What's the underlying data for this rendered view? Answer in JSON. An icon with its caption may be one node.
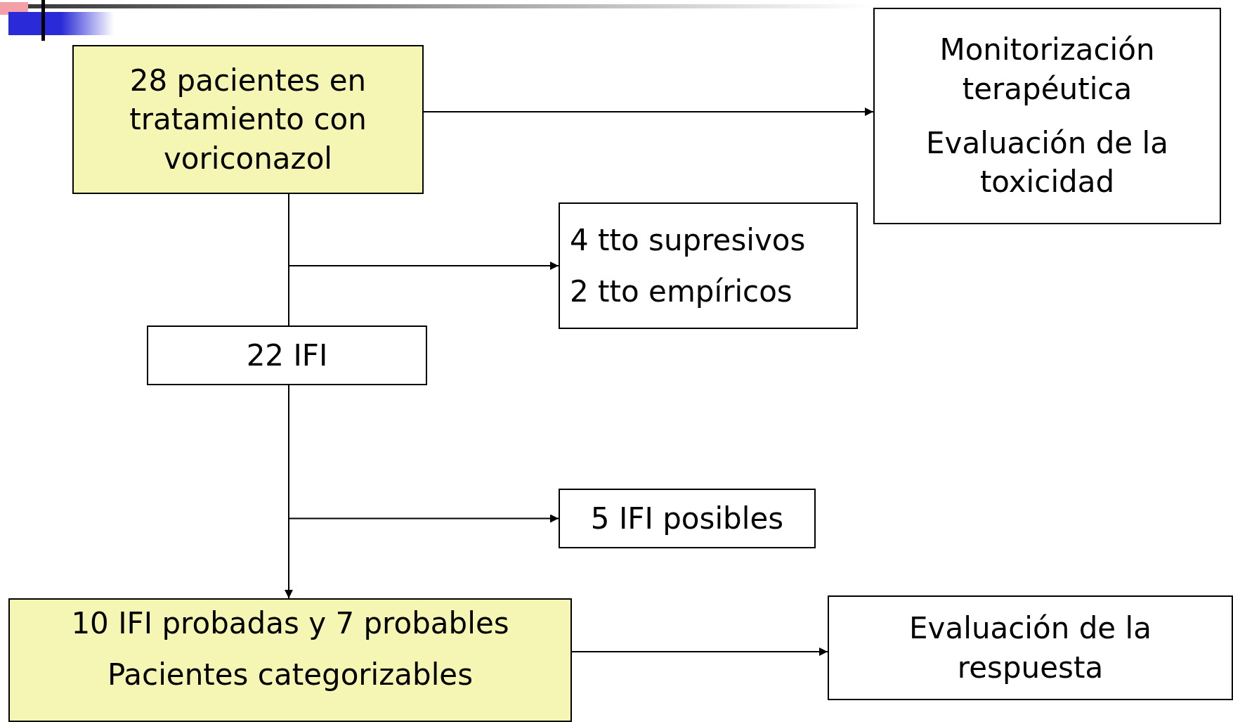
{
  "diagram": {
    "nodes": [
      {
        "text": [
          "28 pacientes en tratamiento con voriconazol"
        ]
      },
      {
        "text": [
          "Monitorización terapéutica",
          "Evaluación de la toxicidad"
        ]
      },
      {
        "text": [
          "4 tto supresivos",
          "2 tto empíricos"
        ]
      },
      {
        "text": [
          "22 IFI"
        ]
      },
      {
        "text": [
          "10 IFI probadas y 7 probables",
          "Pacientes categorizables"
        ]
      },
      {
        "text": [
          "5 IFI posibles"
        ]
      },
      {
        "text": [
          "Evaluación de la respuesta"
        ]
      }
    ],
    "edges": [
      {
        "from": 0,
        "to": 1,
        "arrow": "to"
      },
      {
        "from": 0,
        "to": 2,
        "arrow": "to"
      },
      {
        "from": 0,
        "to": 3,
        "arrow": "none"
      },
      {
        "from": 3,
        "to": 5,
        "arrow": "to"
      },
      {
        "from": 3,
        "to": 4,
        "arrow": "to"
      },
      {
        "from": 4,
        "to": 6,
        "arrow": "to"
      }
    ]
  }
}
